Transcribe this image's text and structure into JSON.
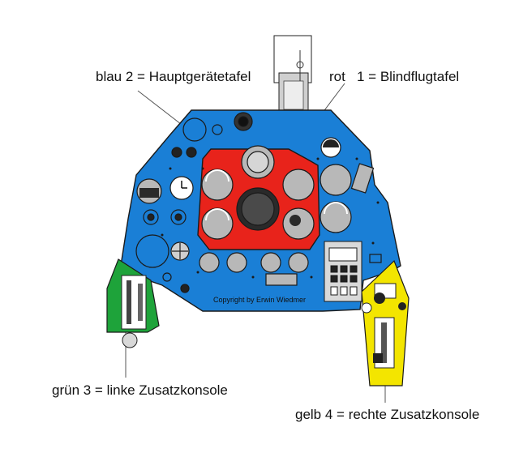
{
  "labels": {
    "blue": "blau 2 = Hauptgerätetafel",
    "red": "rot   1 = Blindflugtafel",
    "green": "grün 3 = linke Zusatzkonsole",
    "yellow": "gelb 4 = rechte Zusatzkonsole"
  },
  "copyright": "Copyright by Erwin Wiedmer",
  "colors": {
    "main_panel": "#1a7fd6",
    "blind_panel": "#e8231b",
    "left_console": "#1ea33a",
    "right_console": "#f3e500",
    "instrument_face": "#b8b8b8",
    "outline": "#1a1a1a"
  }
}
